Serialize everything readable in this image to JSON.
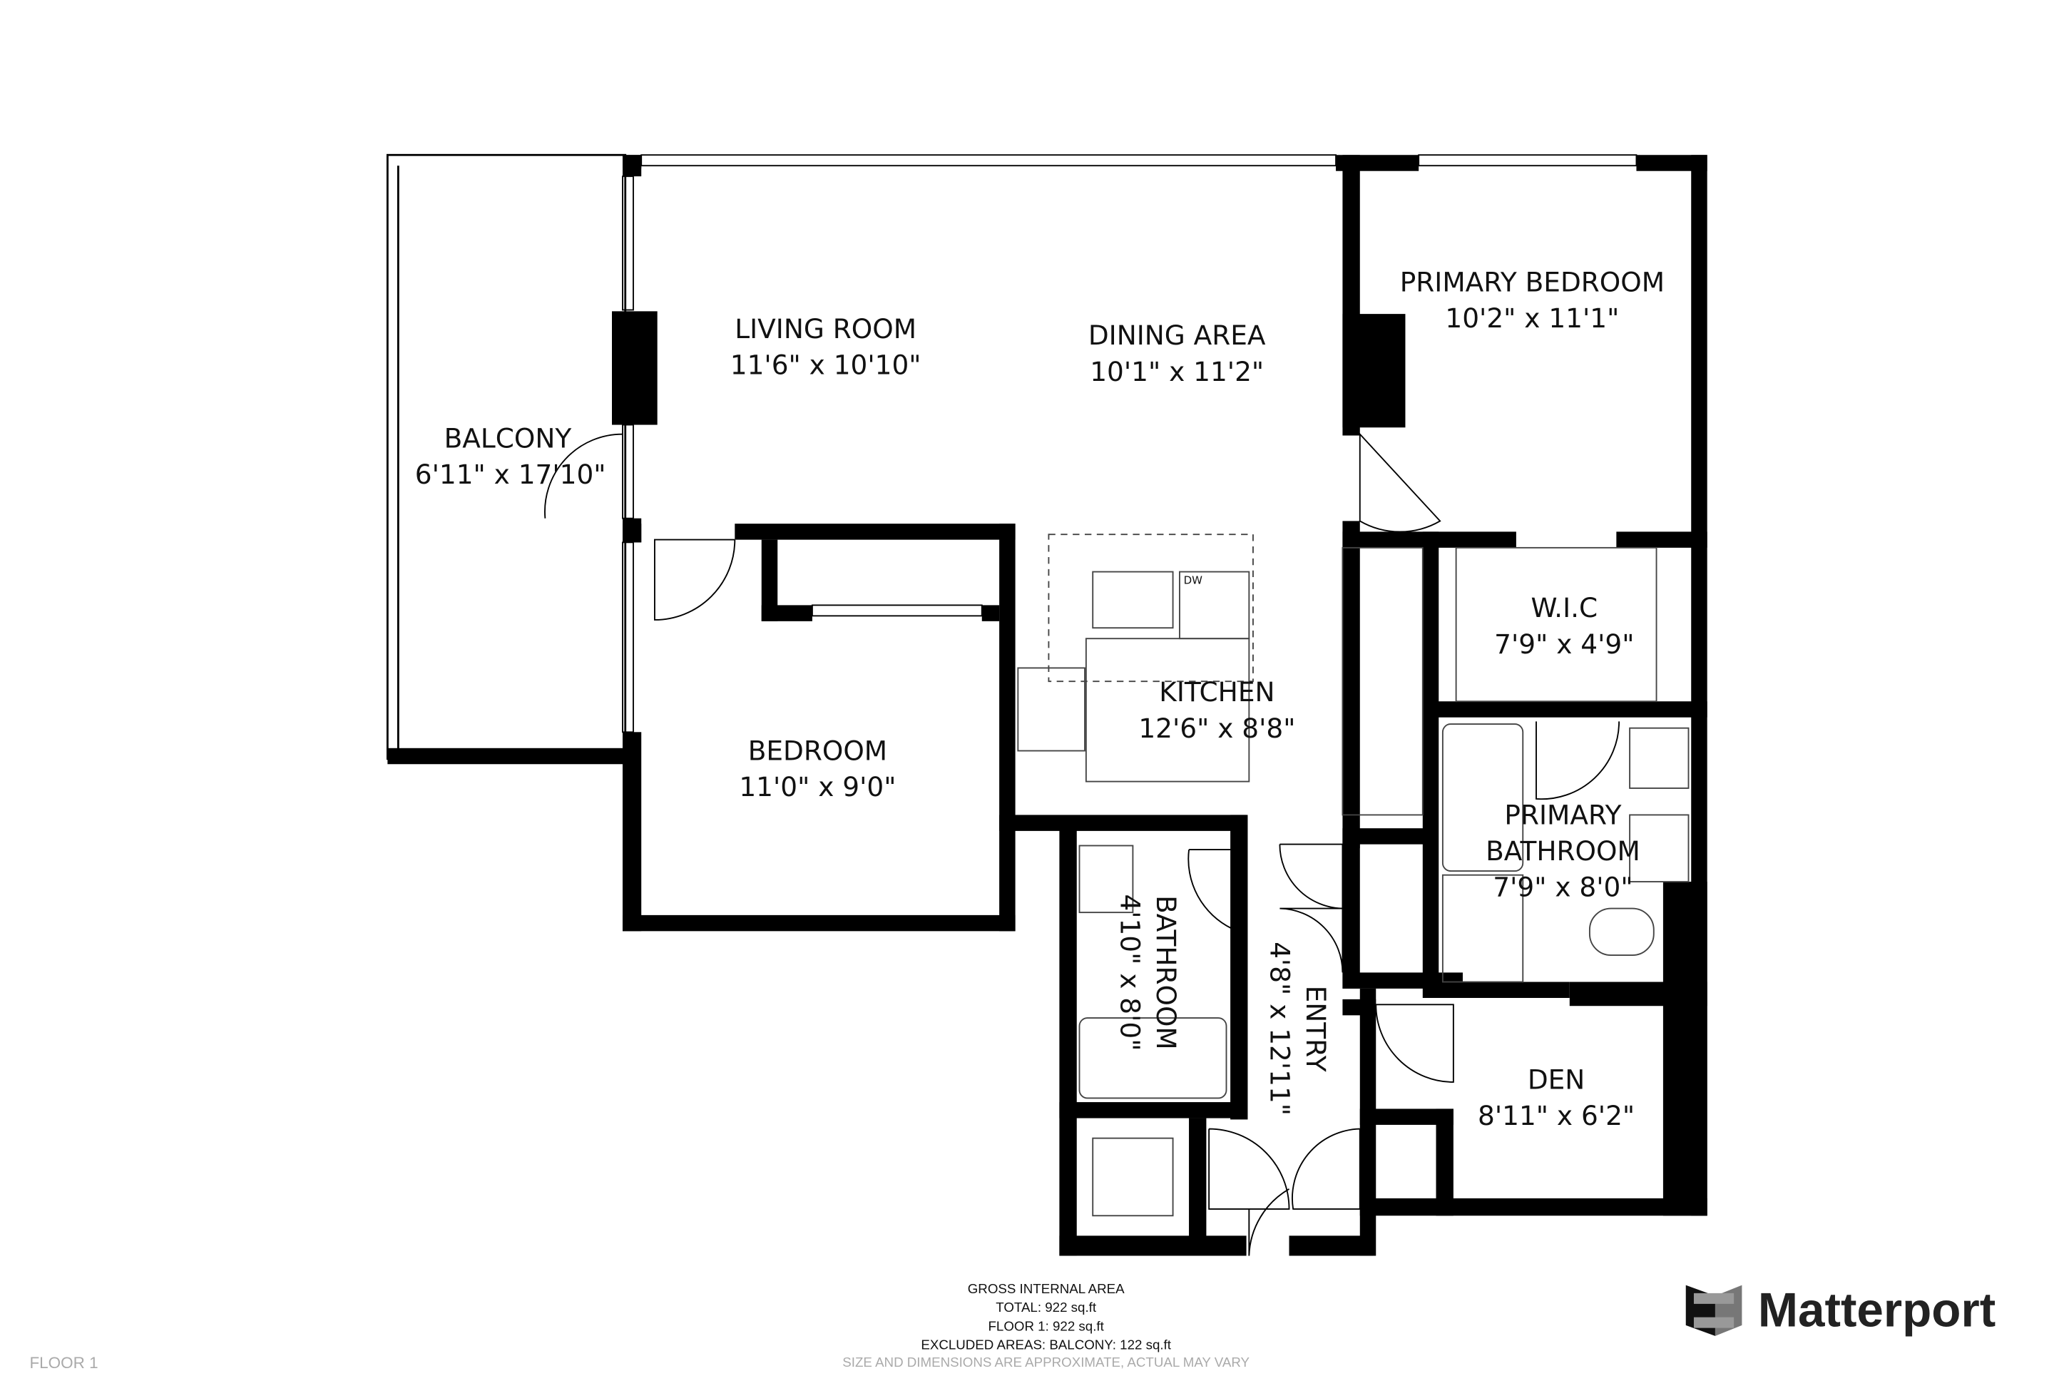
{
  "rooms": {
    "balcony": {
      "name": "BALCONY",
      "dim": "6'11\" x 17'10\""
    },
    "living": {
      "name": "LIVING ROOM",
      "dim": "11'6\" x 10'10\""
    },
    "dining": {
      "name": "DINING AREA",
      "dim": "10'1\" x 11'2\""
    },
    "primary_bedroom": {
      "name": "PRIMARY BEDROOM",
      "dim": "10'2\" x 11'1\""
    },
    "wic": {
      "name": "W.I.C",
      "dim": "7'9\" x 4'9\""
    },
    "kitchen": {
      "name": "KITCHEN",
      "dim": "12'6\" x 8'8\"",
      "dw": "DW"
    },
    "bedroom": {
      "name": "BEDROOM",
      "dim": "11'0\" x 9'0\""
    },
    "primary_bathroom": {
      "name1": "PRIMARY",
      "name2": "BATHROOM",
      "dim": "7'9\" x 8'0\""
    },
    "bathroom": {
      "name": "BATHROOM",
      "dim": "4'10\" x 8'0\""
    },
    "entry": {
      "name": "ENTRY",
      "dim": "4'8\" x 12'11\""
    },
    "den": {
      "name": "DEN",
      "dim": "8'11\" x 6'2\""
    }
  },
  "area_summary": {
    "title": "GROSS INTERNAL AREA",
    "total": "TOTAL: 922 sq.ft",
    "floor1": "FLOOR 1: 922 sq.ft",
    "excluded": "EXCLUDED AREAS: BALCONY: 122 sq.ft",
    "note": "SIZE AND DIMENSIONS ARE APPROXIMATE, ACTUAL MAY VARY"
  },
  "floor_label": "FLOOR 1",
  "brand": {
    "name": "Matterport"
  },
  "colors": {
    "wall": "#000000",
    "fixture": "#444444",
    "note": "#aaaaaa"
  }
}
